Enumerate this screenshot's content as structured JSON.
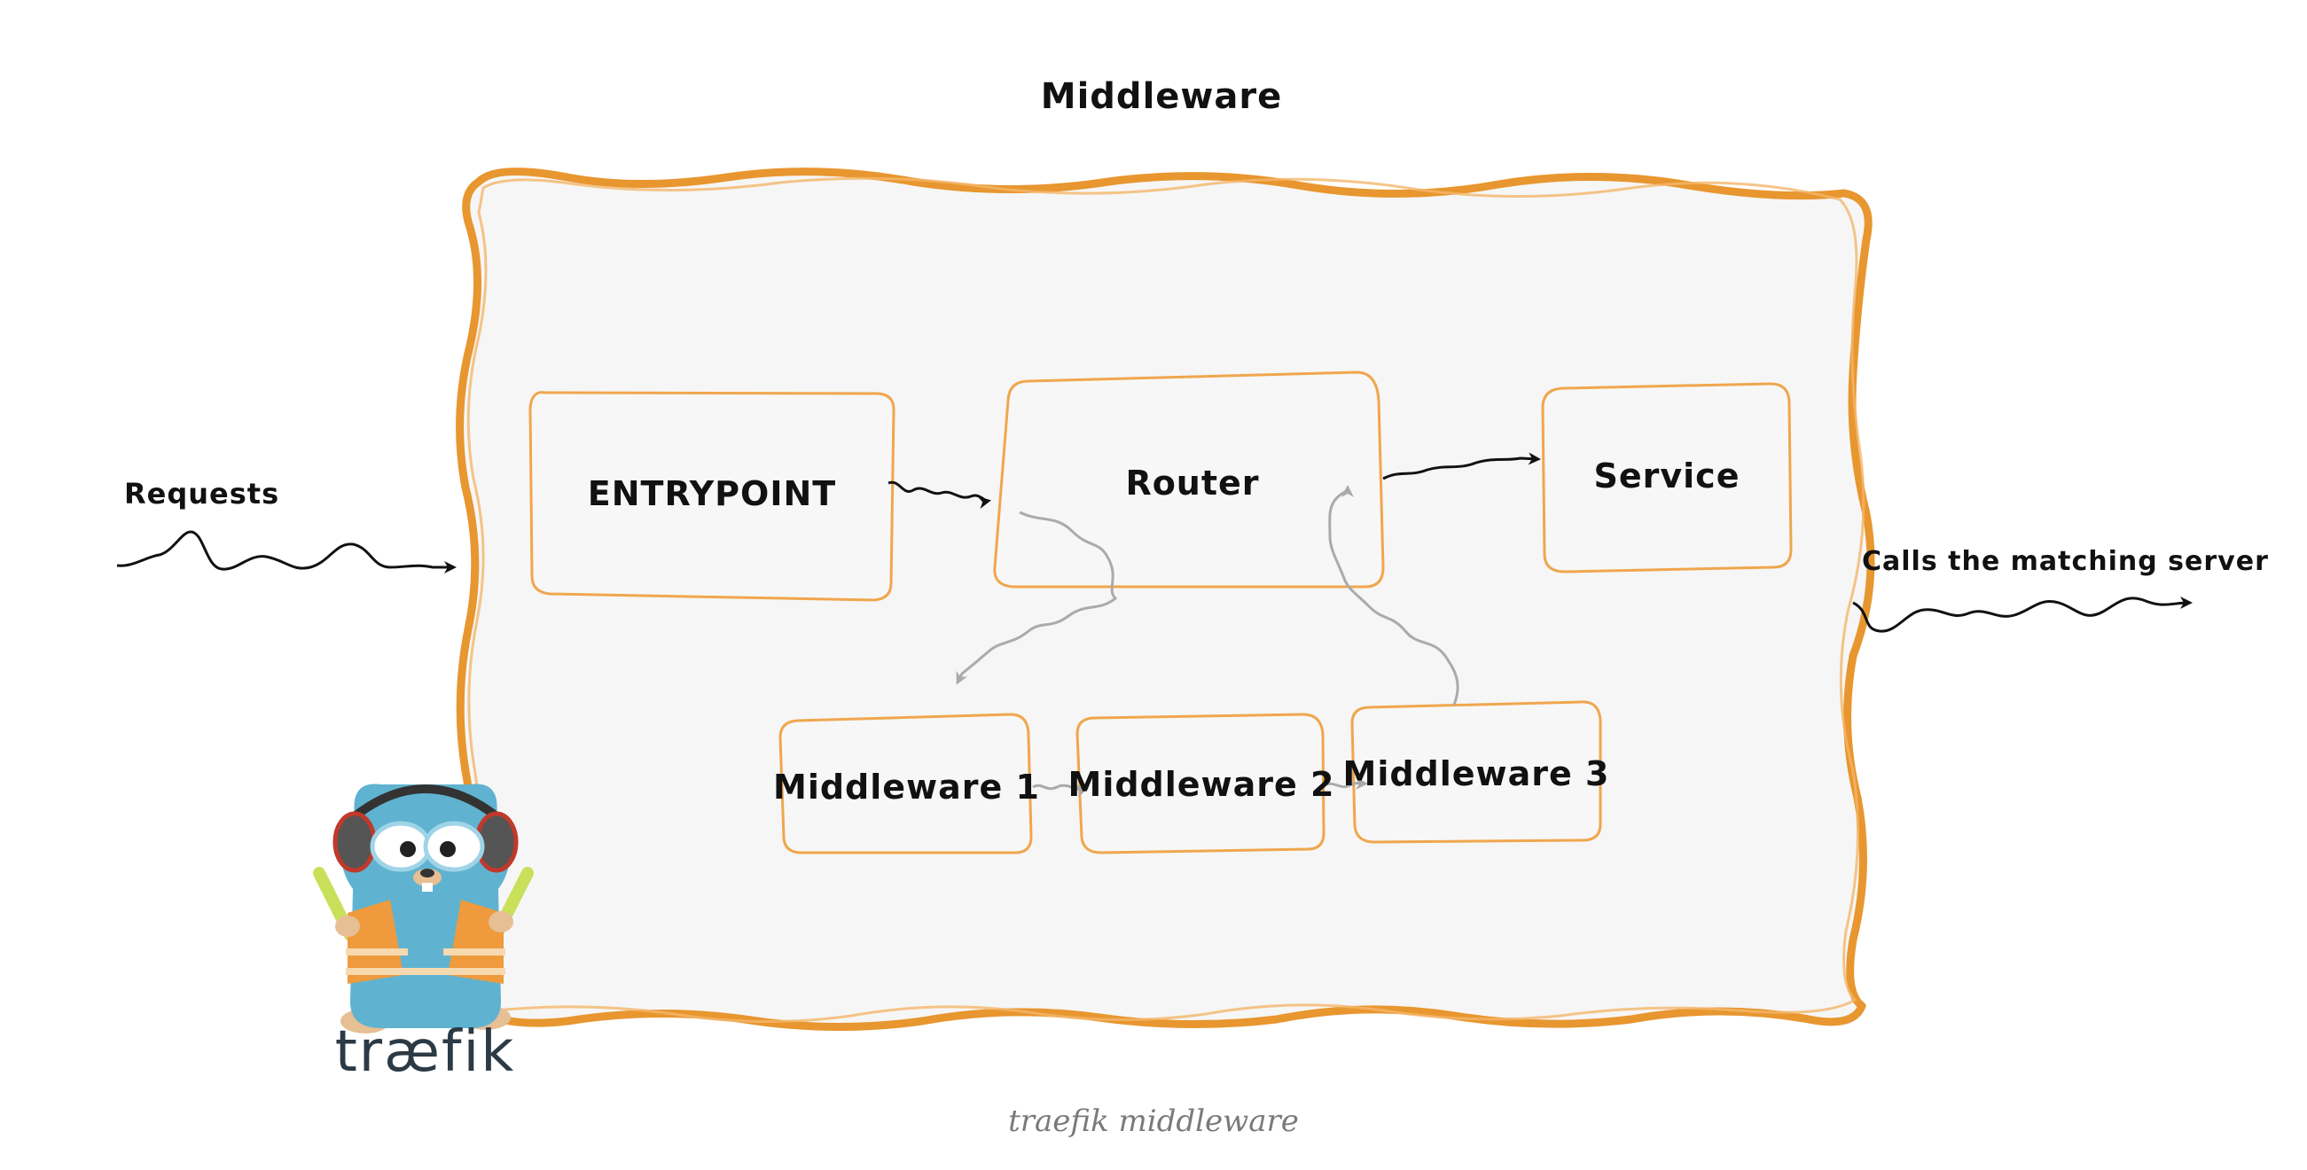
{
  "diagram": {
    "title": "Middleware",
    "input_label": "Requests",
    "output_label": "Calls the matching server",
    "nodes": {
      "entrypoint": "ENTRYPOINT",
      "router": "Router",
      "service": "Service",
      "middleware_1": "Middleware 1",
      "middleware_2": "Middleware 2",
      "middleware_3": "Middleware 3"
    }
  },
  "logo": {
    "text": "træfik",
    "icon": "traefik-gopher-mascot"
  },
  "caption": "traefik middleware",
  "colors": {
    "frame_orange": "#e8962f",
    "frame_fill": "#f6f6f6",
    "box_border": "#f0a64d",
    "arrow_dark": "#111111",
    "arrow_gray": "#aaaaaa",
    "gopher_blue": "#5fb3d0",
    "vest_orange": "#ef9a3d",
    "logo_text": "#2b3a45",
    "caption_gray": "#7a7a7a"
  }
}
